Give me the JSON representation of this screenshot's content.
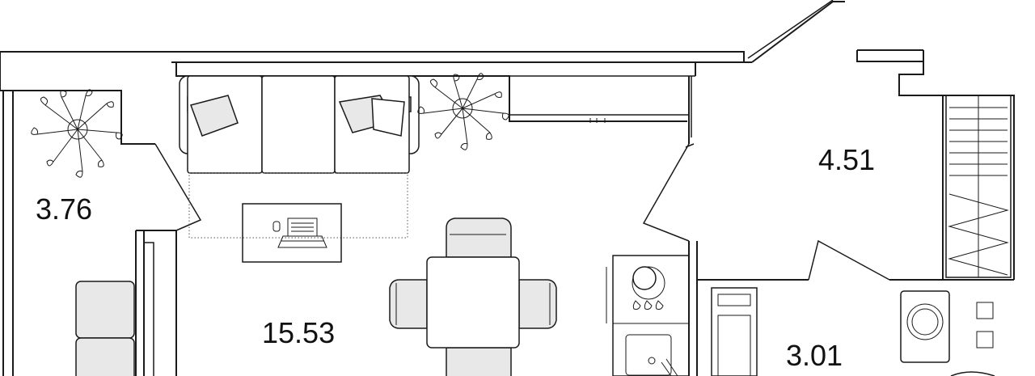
{
  "rooms": [
    {
      "id": "loggia",
      "area": "3.76"
    },
    {
      "id": "living-room",
      "area": "15.53"
    },
    {
      "id": "hallway",
      "area": "4.51"
    },
    {
      "id": "bathroom",
      "area": "3.01"
    }
  ]
}
